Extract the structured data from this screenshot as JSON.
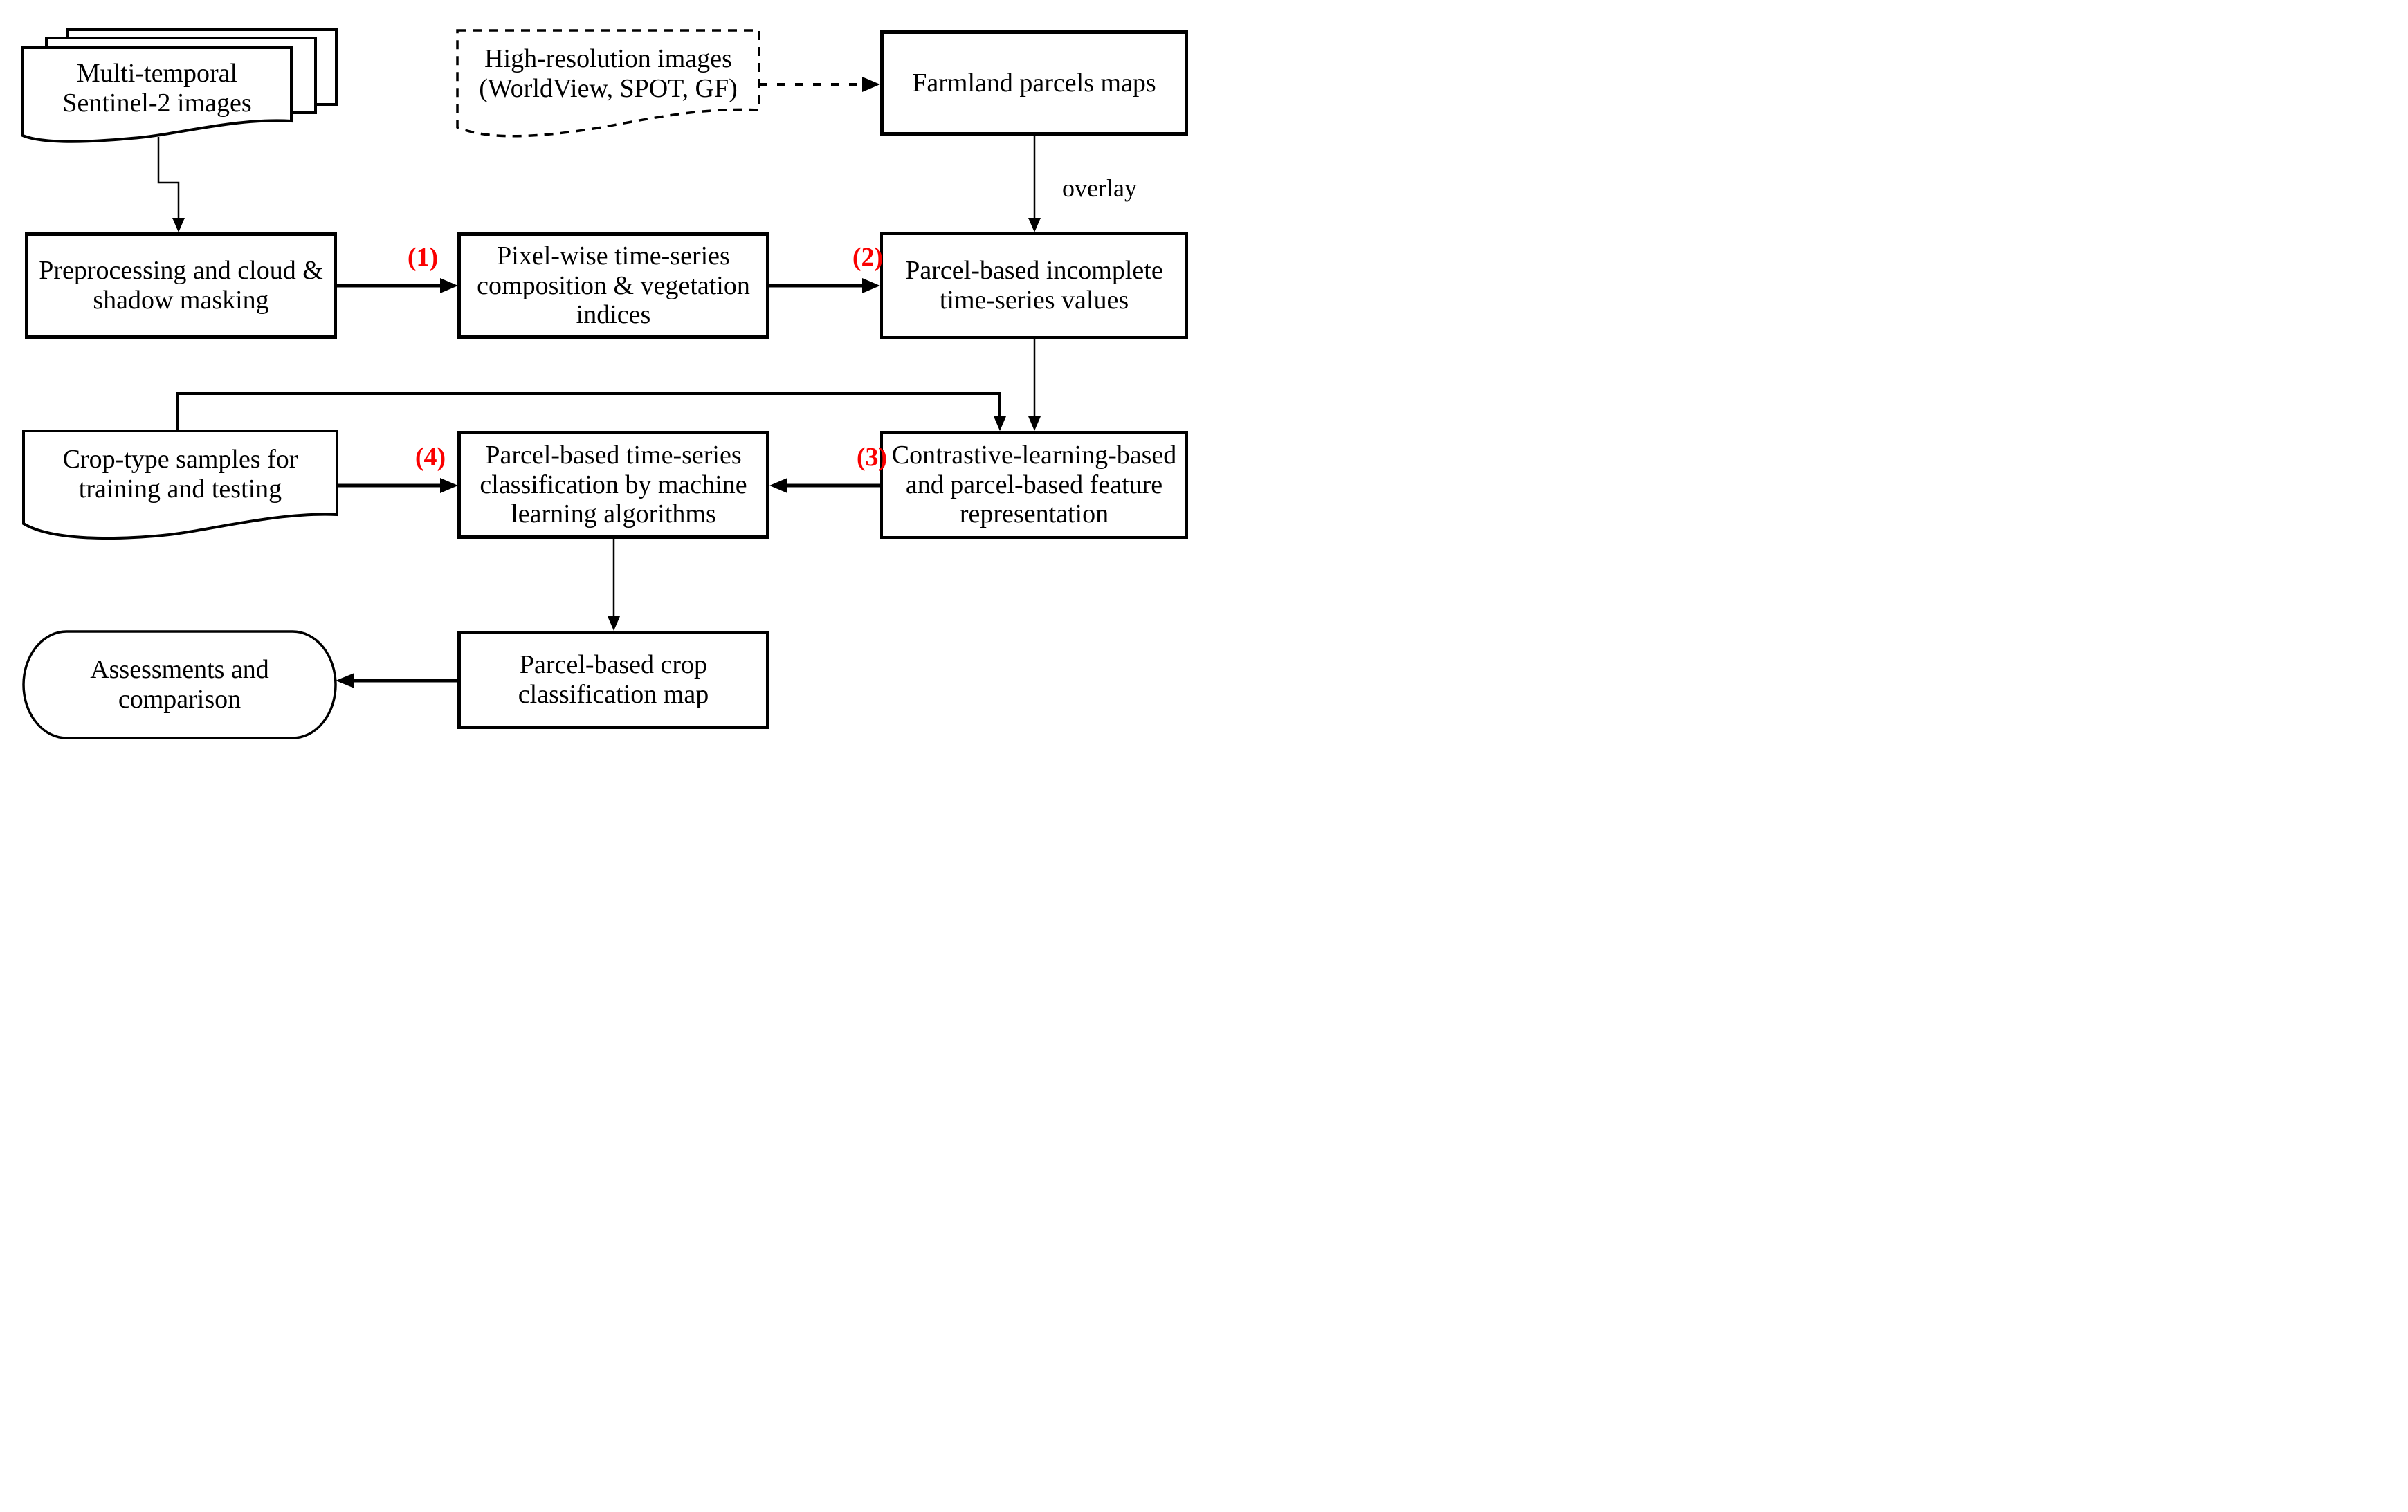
{
  "diagram": {
    "nodes": {
      "sentinel": {
        "label": "Multi-temporal\nSentinel-2 images",
        "shape": "stacked-document"
      },
      "highres": {
        "label": "High-resolution images\n(WorldView, SPOT, GF)",
        "shape": "dashed-document"
      },
      "farmland": {
        "label": "Farmland parcels maps",
        "shape": "rectangle"
      },
      "preprocessing": {
        "label": "Preprocessing and cloud &\nshadow masking",
        "shape": "rectangle"
      },
      "pixelwise": {
        "label": "Pixel-wise time-series\ncomposition & vegetation\nindices",
        "shape": "rectangle"
      },
      "incomplete": {
        "label": "Parcel-based incomplete\ntime-series values",
        "shape": "rectangle"
      },
      "crop_samples": {
        "label": "Crop-type samples for\ntraining and testing",
        "shape": "document"
      },
      "classification": {
        "label": "Parcel-based time-series\nclassification by machine\nlearning algorithms",
        "shape": "rectangle"
      },
      "contrastive": {
        "label": "Contrastive-learning-based\nand parcel-based feature\nrepresentation",
        "shape": "rectangle"
      },
      "crop_map": {
        "label": "Parcel-based crop\nclassification map",
        "shape": "rectangle"
      },
      "assessments": {
        "label": "Assessments and\ncomparison",
        "shape": "stadium"
      }
    },
    "edge_labels": {
      "overlay": "overlay",
      "step1": "(1)",
      "step2": "(2)",
      "step3": "(3)",
      "step4": "(4)"
    },
    "colors": {
      "line": "#000000",
      "step_label": "#fa0000",
      "background": "#ffffff"
    }
  }
}
